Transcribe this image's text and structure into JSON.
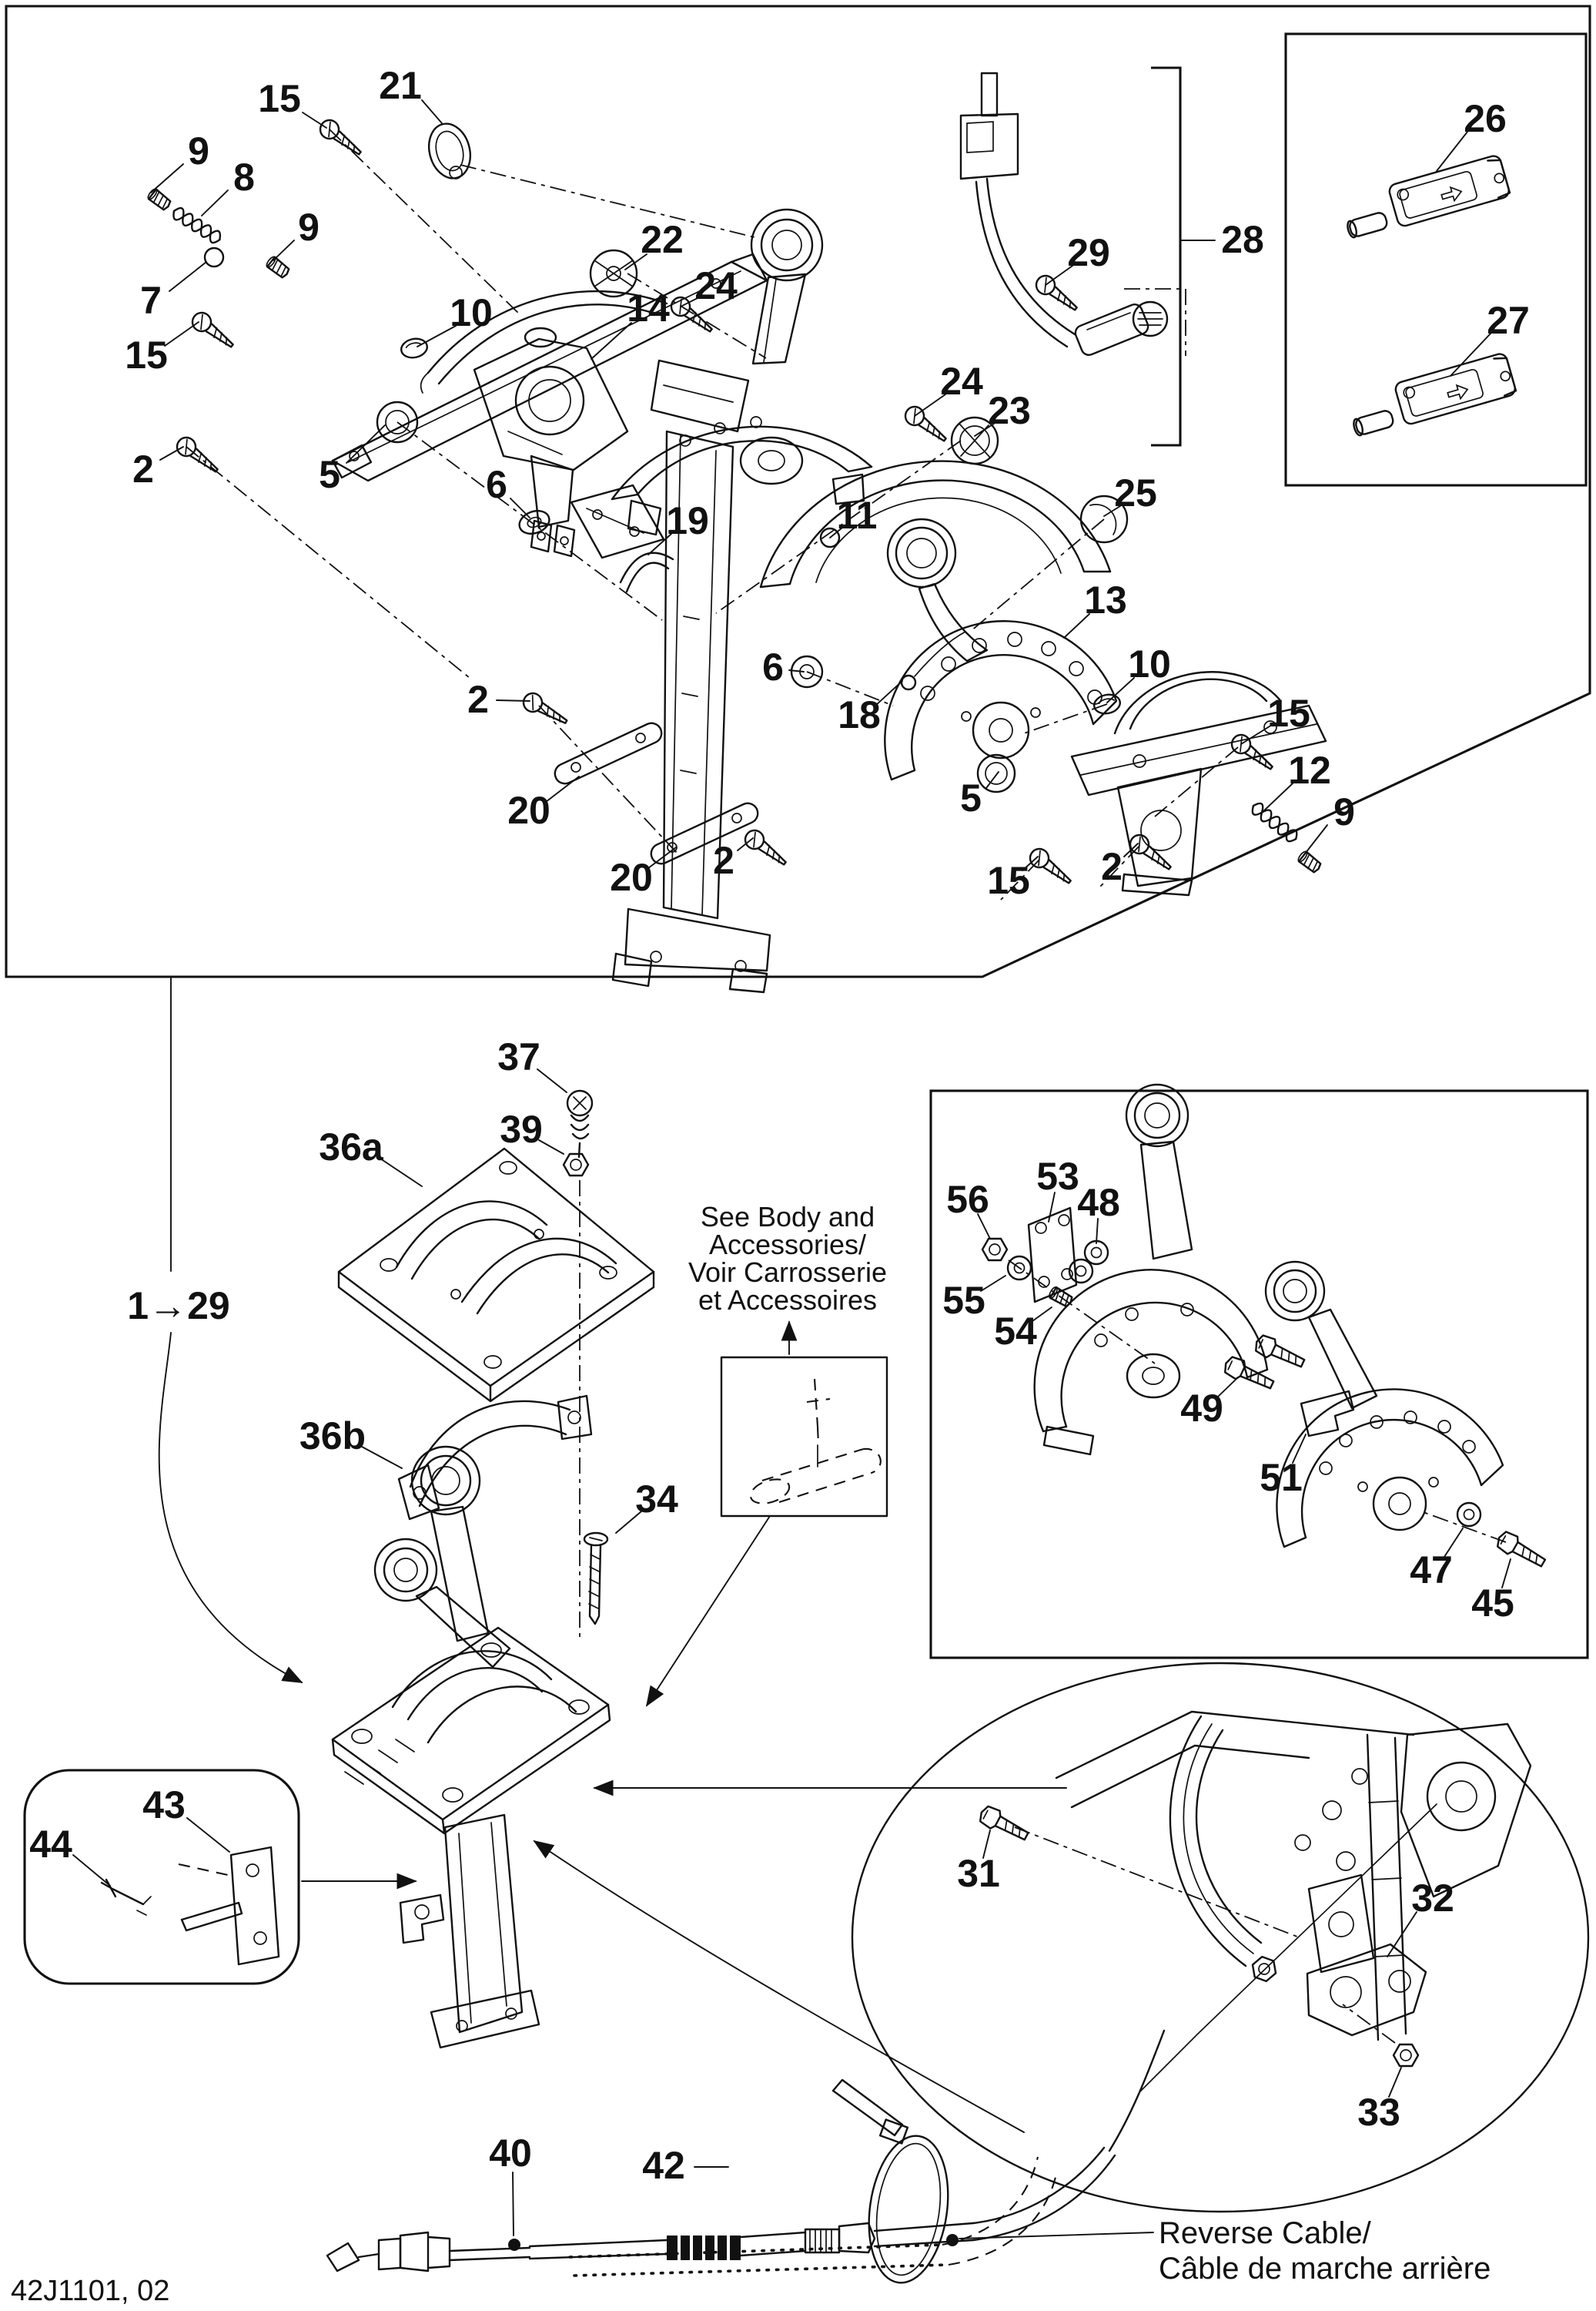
{
  "meta": {
    "drawing_number": "42J1101, 02"
  },
  "colors": {
    "ink": "#111111",
    "paper": "#ffffff"
  },
  "annotations": {
    "range_ref": "1→29",
    "see_body": [
      "See Body and",
      "Accessories/",
      "Voir Carrosserie",
      "et Accessoires"
    ],
    "reverse_cable": [
      "Reverse Cable/",
      "Câble de marche arrière"
    ]
  },
  "callouts": [
    {
      "part": "15"
    },
    {
      "part": "21"
    },
    {
      "part": "9"
    },
    {
      "part": "8"
    },
    {
      "part": "9"
    },
    {
      "part": "22"
    },
    {
      "part": "24"
    },
    {
      "part": "7"
    },
    {
      "part": "10"
    },
    {
      "part": "14"
    },
    {
      "part": "15"
    },
    {
      "part": "2"
    },
    {
      "part": "5"
    },
    {
      "part": "6"
    },
    {
      "part": "19"
    },
    {
      "part": "11"
    },
    {
      "part": "24"
    },
    {
      "part": "23"
    },
    {
      "part": "25"
    },
    {
      "part": "13"
    },
    {
      "part": "6"
    },
    {
      "part": "18"
    },
    {
      "part": "10"
    },
    {
      "part": "5"
    },
    {
      "part": "15"
    },
    {
      "part": "12"
    },
    {
      "part": "9"
    },
    {
      "part": "15"
    },
    {
      "part": "2"
    },
    {
      "part": "2"
    },
    {
      "part": "20"
    },
    {
      "part": "20"
    },
    {
      "part": "2"
    },
    {
      "part": "26"
    },
    {
      "part": "27"
    },
    {
      "part": "28"
    },
    {
      "part": "29"
    },
    {
      "part": "37"
    },
    {
      "part": "39"
    },
    {
      "part": "36a"
    },
    {
      "part": "36b"
    },
    {
      "part": "34"
    },
    {
      "part": "53"
    },
    {
      "part": "56"
    },
    {
      "part": "48"
    },
    {
      "part": "55"
    },
    {
      "part": "54"
    },
    {
      "part": "49"
    },
    {
      "part": "51"
    },
    {
      "part": "47"
    },
    {
      "part": "45"
    },
    {
      "part": "43"
    },
    {
      "part": "44"
    },
    {
      "part": "31"
    },
    {
      "part": "32"
    },
    {
      "part": "33"
    },
    {
      "part": "40"
    },
    {
      "part": "42"
    }
  ]
}
